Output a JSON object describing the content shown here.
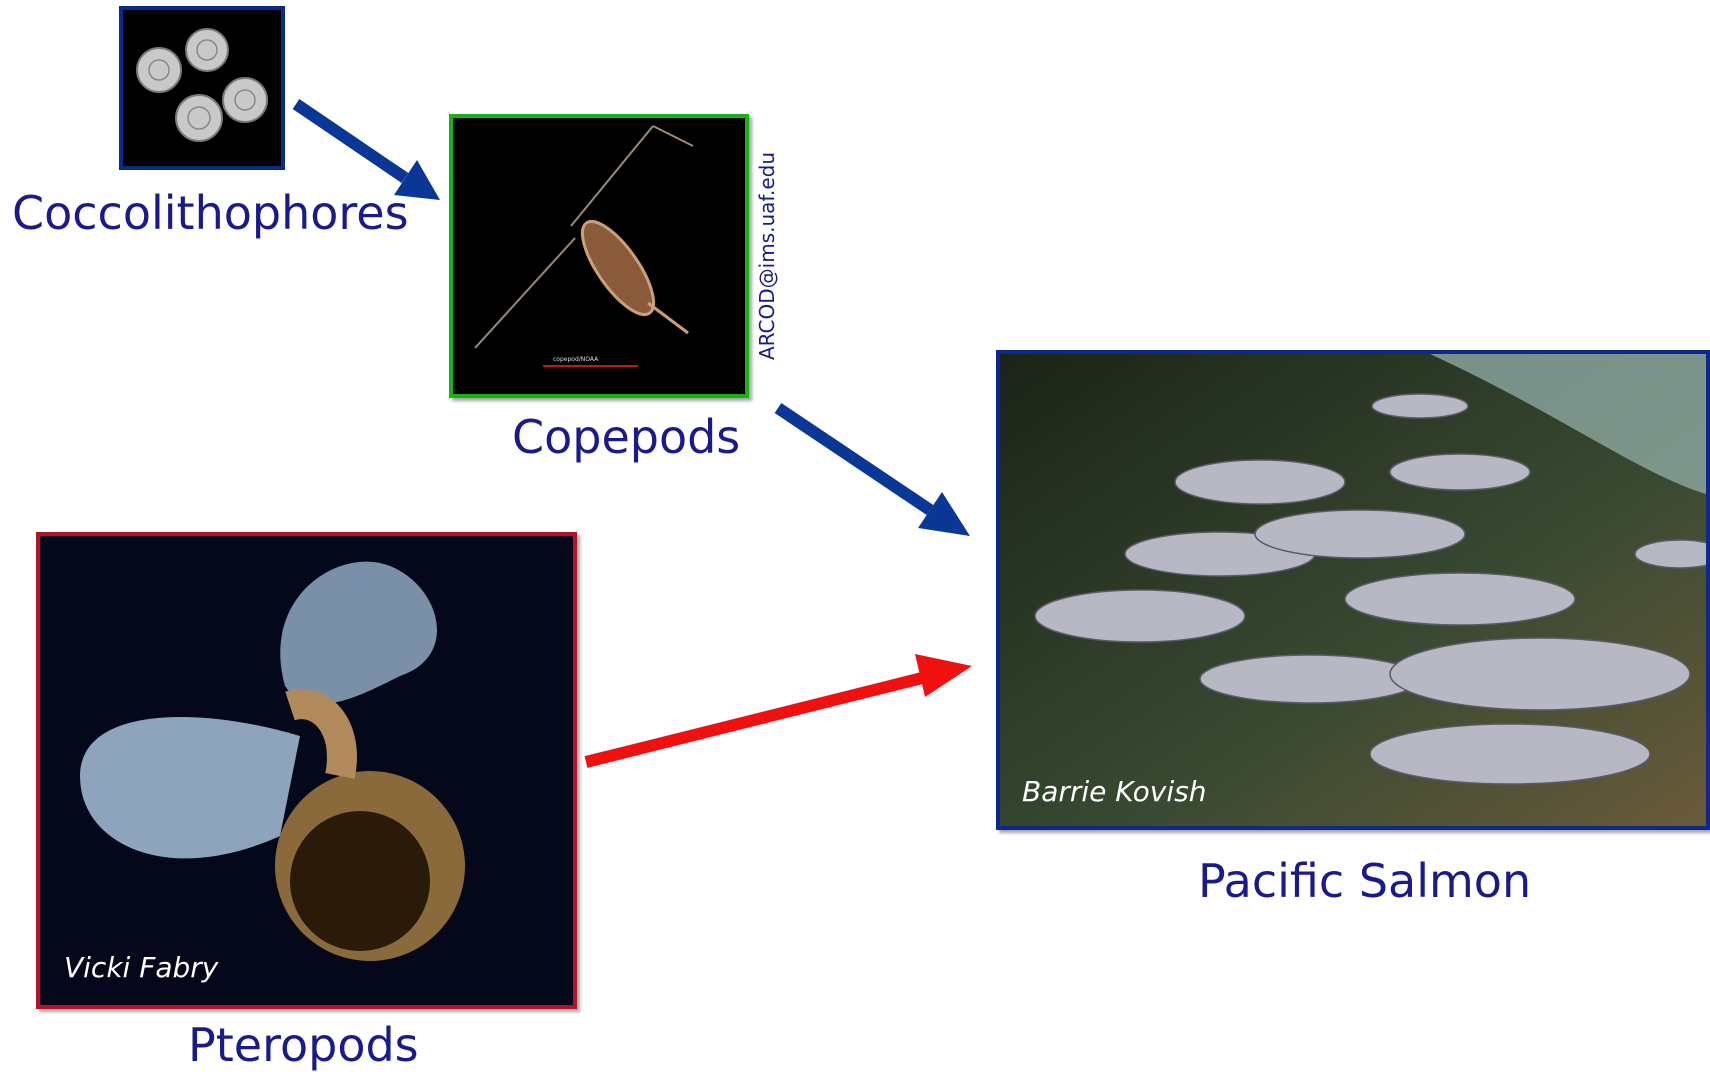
{
  "nodes": {
    "coccolithophores": {
      "label": "Coccolithophores",
      "frame_color": "#0b2a8c"
    },
    "copepods": {
      "label": "Copepods",
      "frame_color": "#12b312",
      "credit": "ARCOD@ims.uaf.edu",
      "scale_text": "copepod/NOAA"
    },
    "pteropods": {
      "label": "Pteropods",
      "frame_color": "#b3132a",
      "credit": "Vicki Fabry"
    },
    "salmon": {
      "label": "Pacific Salmon",
      "frame_color": "#0b2a8c",
      "credit": "Barrie Kovish"
    }
  },
  "edges": [
    {
      "from": "Coccolithophores",
      "to": "Copepods",
      "color": "#0a3796"
    },
    {
      "from": "Copepods",
      "to": "Pacific Salmon",
      "color": "#0a3796"
    },
    {
      "from": "Pteropods",
      "to": "Pacific Salmon",
      "color": "#f01010"
    }
  ],
  "colors": {
    "label_text": "#1a1a8c"
  }
}
